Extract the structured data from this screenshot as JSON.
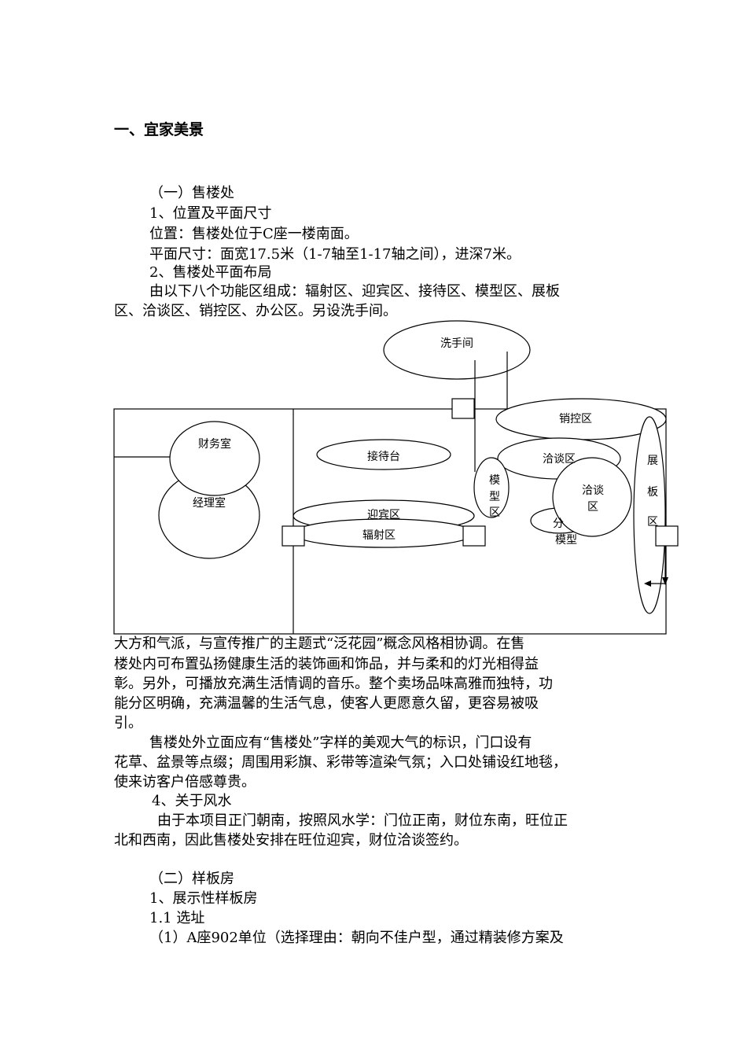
{
  "heading": "一、宜家美景",
  "top_lines": [
    "（一）售楼处",
    "1、位置及平面尺寸",
    "位置：售楼处位于C座一楼南面。",
    "平面尺寸：面宽17.5米（1-7轴至1-17轴之间），进深7米。",
    "2、售楼处平面布局",
    "由以下八个功能区组成：辐射区、迎宾区、接待区、模型区、展板",
    "区、洽谈区、销控区、办公区。另设洗手间。"
  ],
  "diagram": {
    "washroom": "洗手间",
    "sales_control": "销控区",
    "finance": "财务室",
    "manager": "经理室",
    "reception_desk": "接待台",
    "negotiation_1": "洽谈区",
    "model_area": [
      "模",
      "型",
      "区"
    ],
    "negotiation_2": [
      "洽谈",
      "区"
    ],
    "welcome": "迎宾区",
    "radiation": "辐射区",
    "unit_model": [
      "分",
      "模型"
    ],
    "display": [
      "展",
      "板",
      "区"
    ]
  },
  "bottom_lines": [
    "大方和气派，与宣传推广的主题式“泛花园”概念风格相协调。在售",
    "楼处内可布置弘扬健康生活的装饰画和饰品，并与柔和的灯光相得益",
    "彰。另外，可播放充满生活情调的音乐。整个卖场品味高雅而独特，功",
    "能分区明确，充满温馨的生活气息，使客人更愿意久留，更容易被吸",
    "引。",
    "售楼处外立面应有“售楼处”字样的美观大气的标识，门口设有",
    "花草、盆景等点缀；周围用彩旗、彩带等渲染气氛；入口处铺设红地毯，",
    "使来访客户倍感尊贵。",
    "4、关于风水",
    "由于本项目正门朝南，按照风水学：门位正南，财位东南，旺位正",
    "北和西南，因此售楼处安排在旺位迎宾，财位洽谈签约。",
    "（二）样板房",
    "1、展示性样板房",
    "1.1  选址",
    "（1）A座902单位（选择理由：朝向不佳户型，通过精装修方案及"
  ]
}
